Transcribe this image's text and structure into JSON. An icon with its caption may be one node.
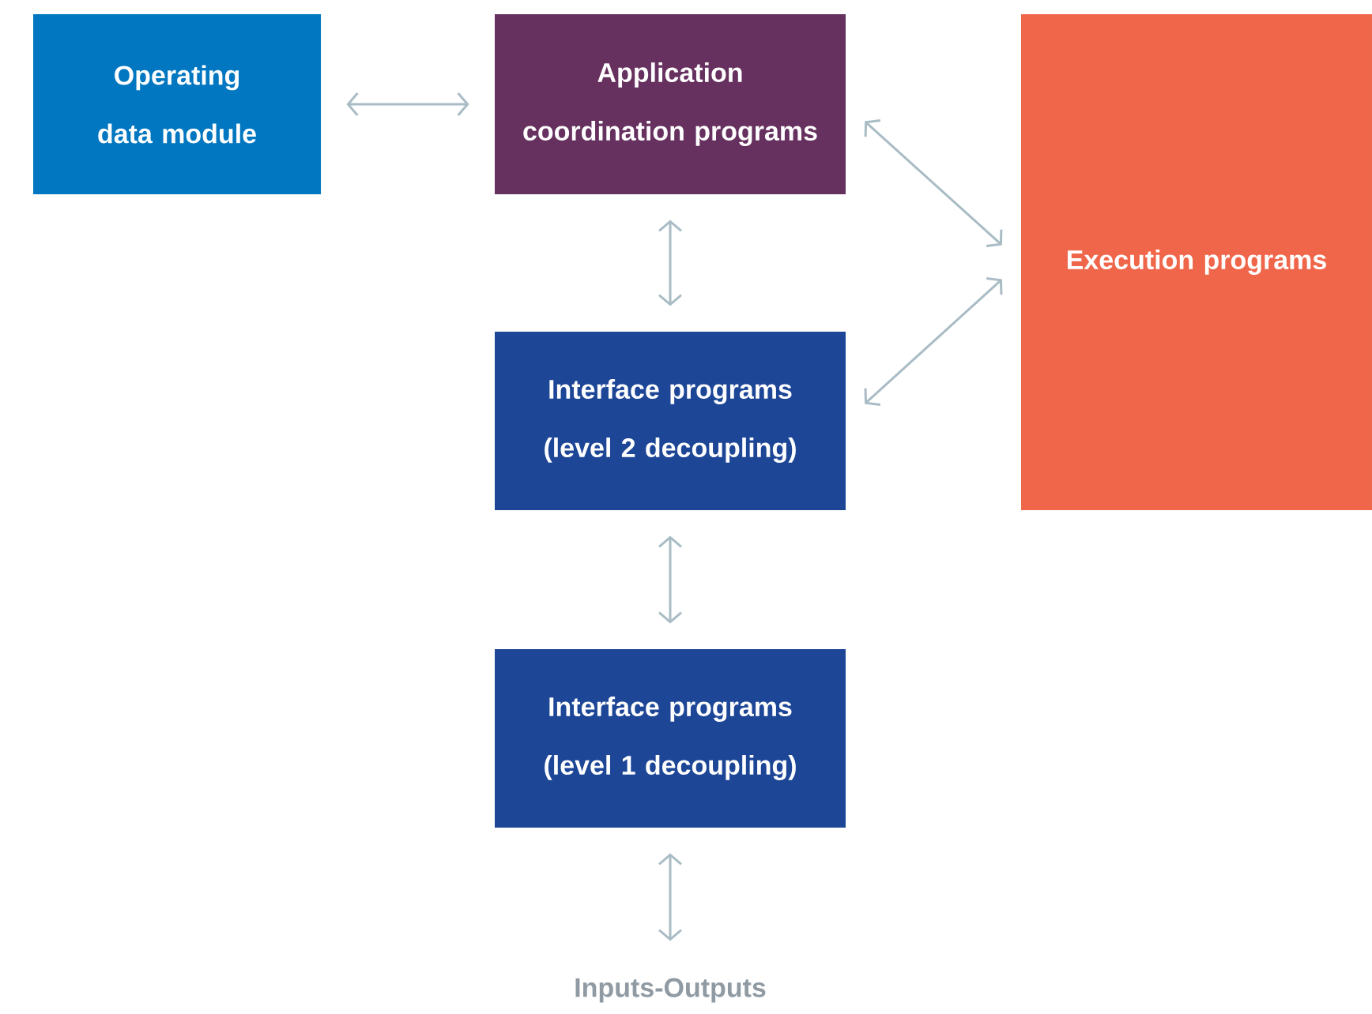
{
  "diagram": {
    "nodes": [
      {
        "text": [
          "Operating data module"
        ]
      },
      {
        "text": [
          "Application coordination programs"
        ]
      },
      {
        "text": [
          "Execution programs"
        ]
      },
      {
        "text": [
          "Interface programs (level 2 decoupling)"
        ]
      },
      {
        "text": [
          "Interface programs (level 1 decoupling)"
        ]
      },
      {
        "text": [
          "Inputs-Outputs"
        ]
      }
    ],
    "edges": [
      {
        "from": 0,
        "to": 1,
        "arrow": "both"
      },
      {
        "from": 1,
        "to": 2,
        "arrow": "both"
      },
      {
        "from": 1,
        "to": 3,
        "arrow": "both"
      },
      {
        "from": 3,
        "to": 2,
        "arrow": "both"
      },
      {
        "from": 3,
        "to": 4,
        "arrow": "both"
      },
      {
        "from": 4,
        "to": 5,
        "arrow": "both"
      }
    ]
  }
}
